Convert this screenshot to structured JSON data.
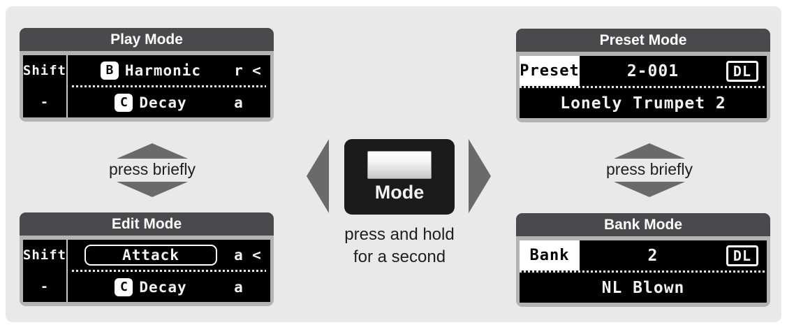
{
  "colors": {
    "board_bg": "#e9e9e9",
    "panel_frame": "#b3b3b3",
    "header_bg": "#4a4a4c",
    "lcd_bg": "#000000",
    "lcd_text": "#f2f2f2",
    "arrow_gray": "#6a6a6a",
    "button_bg": "#1b1b1b"
  },
  "panels": [
    {
      "title": "Play Mode",
      "shift_label": "Shift",
      "shift_bottom": "-",
      "rows": [
        {
          "badge": "B",
          "label": "Harmonic",
          "slot1": "r",
          "slot2": "<"
        },
        {
          "badge": "C",
          "label": "Decay",
          "slot1": "a",
          "slot2": ""
        }
      ]
    },
    {
      "title": "Edit Mode",
      "shift_label": "Shift",
      "shift_bottom": "-",
      "selected_param": "Attack",
      "slot1": "a",
      "slot2": "<",
      "rows": [
        {
          "badge": "C",
          "label": "Decay",
          "slot1": "a",
          "slot2": ""
        }
      ]
    },
    {
      "title": "Preset Mode",
      "label": "Preset",
      "value": "2-001",
      "dl_badge": "DL",
      "name": "Lonely Trumpet 2"
    },
    {
      "title": "Bank Mode",
      "label": "Bank",
      "value": "2",
      "dl_badge": "DL",
      "name": "NL Blown"
    }
  ],
  "press_briefly_left": "press briefly",
  "press_briefly_right": "press briefly",
  "center": {
    "button_label": "Mode",
    "hold_line1": "press and hold",
    "hold_line2": "for a second"
  }
}
